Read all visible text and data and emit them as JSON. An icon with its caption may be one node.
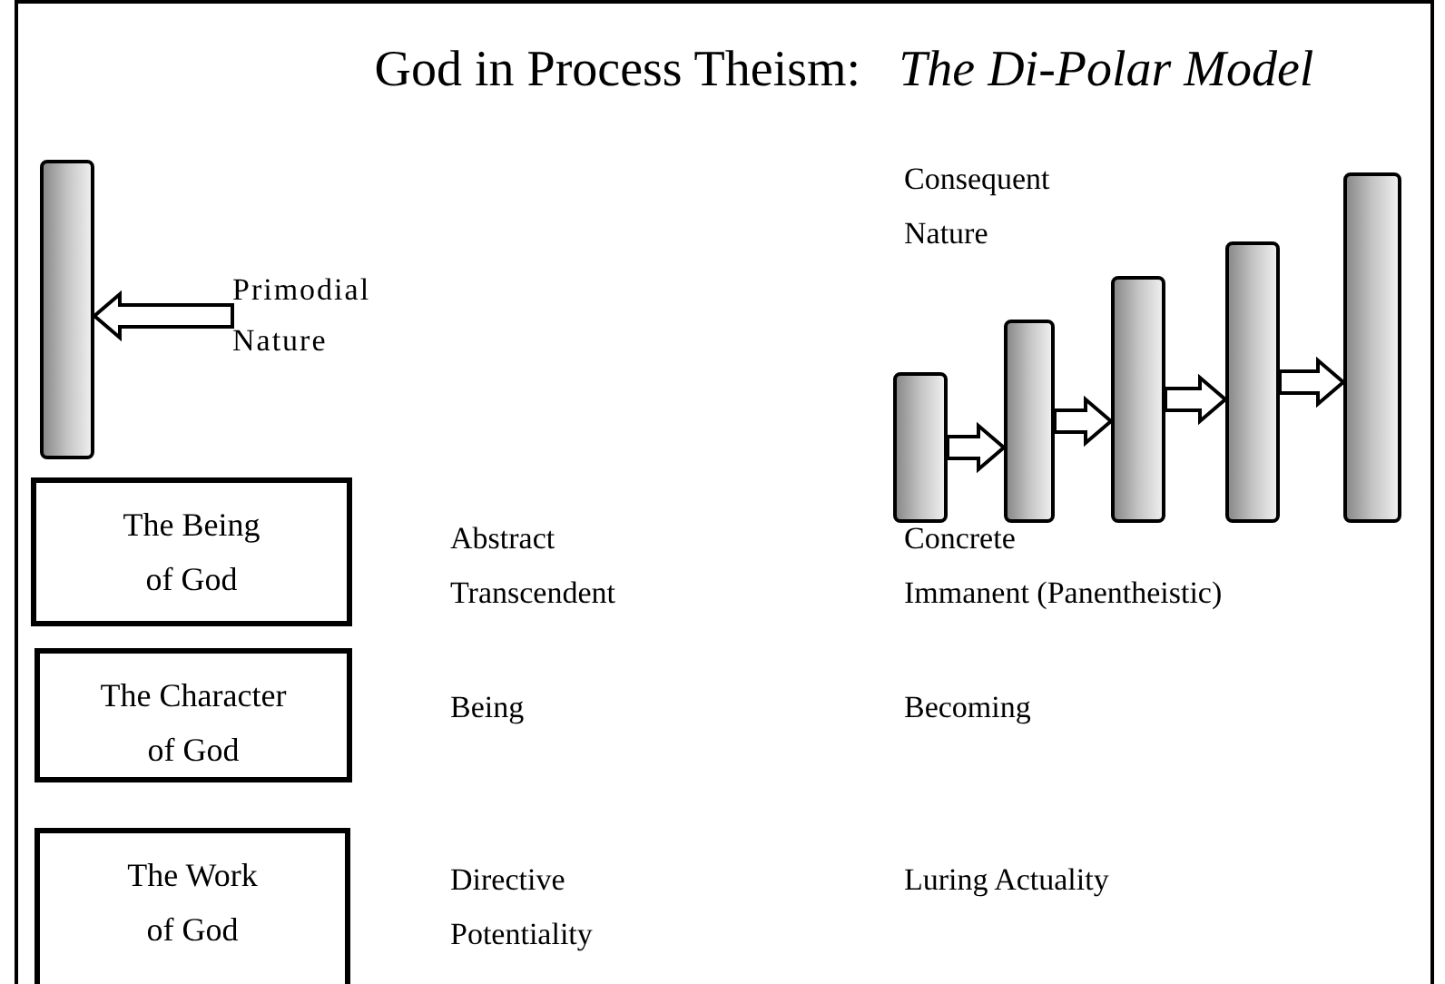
{
  "diagram": {
    "title": "God in Process Theism:   *The Di-Polar Model*",
    "nodes": [
      {
        "text": [],
        "shape": "bar"
      },
      {
        "text": [
          "Primodial Nature"
        ]
      },
      {
        "text": [],
        "shape": "bar"
      },
      {
        "text": [],
        "shape": "bar"
      },
      {
        "text": [],
        "shape": "bar"
      },
      {
        "text": [],
        "shape": "bar"
      },
      {
        "text": [],
        "shape": "bar"
      },
      {
        "text": [
          "The Being of God"
        ]
      },
      {
        "text": [
          "The Character of God"
        ]
      },
      {
        "text": [
          "The Work of God"
        ]
      }
    ],
    "edges": [
      {
        "from": 1,
        "to": 0,
        "arrow": "to"
      },
      {
        "from": 2,
        "to": 3,
        "arrow": "to"
      },
      {
        "from": 3,
        "to": 4,
        "arrow": "to"
      },
      {
        "from": 4,
        "to": 5,
        "arrow": "to"
      },
      {
        "from": 5,
        "to": 6,
        "arrow": "to"
      }
    ],
    "labels": [
      "Consequent Nature",
      "Abstract Transcendent",
      "Concrete Immanent (Panentheistic)",
      "Being",
      "Becoming",
      "Directive Potentiality",
      "Luring Actuality"
    ]
  }
}
